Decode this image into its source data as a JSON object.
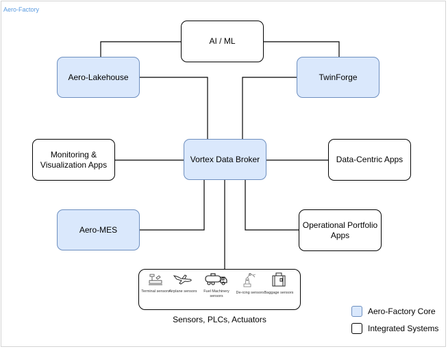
{
  "frame": {
    "title": "Aero-Factory"
  },
  "colors": {
    "core_fill": "#dae8fc",
    "core_stroke": "#6c8ebf",
    "integrated_fill": "#ffffff",
    "integrated_stroke": "#000000",
    "frame_title": "#5a9be0"
  },
  "nodes": {
    "ai_ml": {
      "label": "AI / ML",
      "kind": "integrated"
    },
    "aero_lakehouse": {
      "label": "Aero-Lakehouse",
      "kind": "core"
    },
    "twinforge": {
      "label": "TwinForge",
      "kind": "core"
    },
    "monitoring": {
      "label": "Monitoring & Visualization Apps",
      "kind": "integrated"
    },
    "vortex": {
      "label": "Vortex Data Broker",
      "kind": "core"
    },
    "data_centric": {
      "label": "Data-Centric Apps",
      "kind": "integrated"
    },
    "aero_mes": {
      "label": "Aero-MES",
      "kind": "core"
    },
    "operational": {
      "label": "Operational Portfolio Apps",
      "kind": "integrated"
    }
  },
  "sensors": {
    "caption": "Sensors, PLCs, Actuators",
    "items": [
      {
        "icon": "terminal-tower-icon",
        "label": "Terminal sensors"
      },
      {
        "icon": "airplane-icon",
        "label": "Airplane sensors"
      },
      {
        "icon": "fuel-truck-icon",
        "label": "Fuel Machinery sensors"
      },
      {
        "icon": "robot-arm-icon",
        "label": "De-icing sensors"
      },
      {
        "icon": "baggage-icon",
        "label": "Baggage sensors"
      }
    ]
  },
  "legend": {
    "items": [
      {
        "label": "Aero-Factory Core",
        "kind": "core"
      },
      {
        "label": "Integrated Systems",
        "kind": "integrated"
      }
    ]
  },
  "connections": [
    [
      "ai_ml",
      "aero_lakehouse"
    ],
    [
      "ai_ml",
      "twinforge"
    ],
    [
      "aero_lakehouse",
      "vortex"
    ],
    [
      "twinforge",
      "vortex"
    ],
    [
      "monitoring",
      "vortex"
    ],
    [
      "vortex",
      "data_centric"
    ],
    [
      "vortex",
      "aero_mes"
    ],
    [
      "vortex",
      "operational"
    ],
    [
      "vortex",
      "sensors"
    ]
  ]
}
